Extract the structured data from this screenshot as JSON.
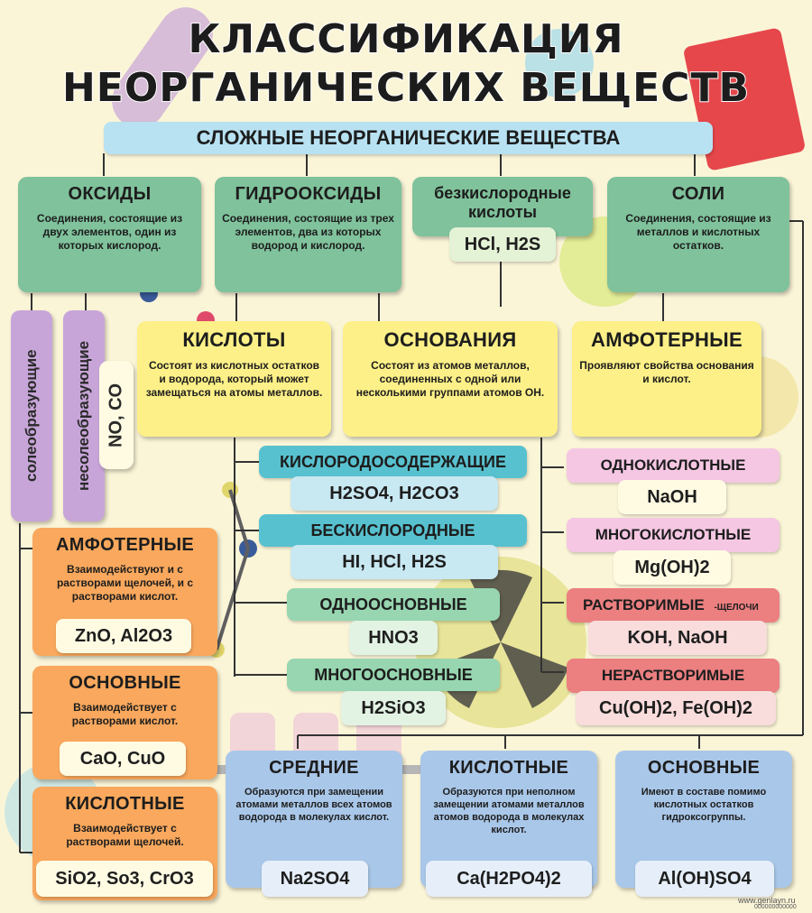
{
  "title": {
    "line1": "КЛАССИФИКАЦИЯ",
    "line2": "НЕОРГАНИЧЕСКИХ ВЕЩЕСТВ"
  },
  "root": "СЛОЖНЫЕ НЕОРГАНИЧЕСКИЕ ВЕЩЕСТВА",
  "oxides": {
    "title": "ОКСИДЫ",
    "desc": "Соединения, состоящие из двух элементов, один из которых кислород."
  },
  "hydroxides": {
    "title": "ГИДРООКСИДЫ",
    "desc": "Соединения, состоящие из трех элементов, два из которых водород и кислород."
  },
  "oxygenless_acids": {
    "title": "безкислородные кислоты",
    "example": "HCl, H2S"
  },
  "salts": {
    "title": "СОЛИ",
    "desc": "Соединения, состоящие из металлов и кислотных остатков."
  },
  "salt_forming": "солеобразующие",
  "non_salt_forming": "несолеобразующие",
  "non_salt_examples": "NO, CO",
  "acids": {
    "title": "КИСЛОТЫ",
    "desc": "Состоят из кислотных остатков и водорода, который может замещаться на атомы металлов."
  },
  "bases": {
    "title": "ОСНОВАНИЯ",
    "desc": "Состоят из атомов металлов, соединенных с одной или несколькими группами атомов ОН."
  },
  "amphoteric_h": {
    "title": "АМФОТЕРНЫЕ",
    "desc": "Проявляют свойства основания и кислот."
  },
  "oxygen_acids": {
    "title": "КИСЛОРОДОСОДЕРЖАЩИЕ",
    "example": "H2SO4, H2CO3"
  },
  "oxygenfree_acids": {
    "title": "БЕСКИСЛОРОДНЫЕ",
    "example": "HI, HCl, H2S"
  },
  "monobasic": {
    "title": "ОДНООСНОВНЫЕ",
    "example": "HNO3"
  },
  "polybasic": {
    "title": "МНОГООСНОВНЫЕ",
    "example": "H2SiO3"
  },
  "monoacid": {
    "title": "ОДНОКИСЛОТНЫЕ",
    "example": "NaOH"
  },
  "polyacid": {
    "title": "МНОГОКИСЛОТНЫЕ",
    "example": "Mg(OH)2"
  },
  "soluble": {
    "title": "РАСТВОРИМЫЕ",
    "note": "-ЩЕЛОЧИ",
    "example": "KOH, NaOH"
  },
  "insoluble": {
    "title": "НЕРАСТВОРИМЫЕ",
    "example": "Cu(OH)2, Fe(OH)2"
  },
  "amph_oxides": {
    "title": "АМФОТЕРНЫЕ",
    "desc": "Взаимодействуют и с растворами щелочей, и с растворами кислот.",
    "example": "ZnO, Al2O3"
  },
  "basic_oxides": {
    "title": "ОСНОВНЫЕ",
    "desc": "Взаимодействует с растворами кислот.",
    "example": "CaO, CuO"
  },
  "acid_oxides": {
    "title": "КИСЛОТНЫЕ",
    "desc": "Взаимодействует с растворами щелочей.",
    "example": "SiO2, So3, CrO3"
  },
  "middle_salts": {
    "title": "СРЕДНИЕ",
    "desc": "Образуются при замещении атомами металлов всех атомов водорода в молекулах кислот.",
    "example": "Na2SO4"
  },
  "acid_salts": {
    "title": "КИСЛОТНЫЕ",
    "desc": "Образуются при неполном замещении атомами металлов атомов водорода в молекулах кислот.",
    "example": "Ca(H2PO4)2"
  },
  "basic_salts": {
    "title": "ОСНОВНЫЕ",
    "desc": "Имеют в составе помимо кислотных остатков гидроксогруппы.",
    "example": "Al(OH)SO4"
  },
  "footer": {
    "site": "www.genlayn.ru",
    "code": "000000000000"
  },
  "colors": {
    "green": "#7fc29b",
    "yellow": "#fdf088",
    "orange": "#f9a85d",
    "blue": "#a9c7e9",
    "teal": "#58c1cf",
    "pink": "#f5c7e3",
    "red": "#ec7f80",
    "purple": "#c8a5d8"
  }
}
